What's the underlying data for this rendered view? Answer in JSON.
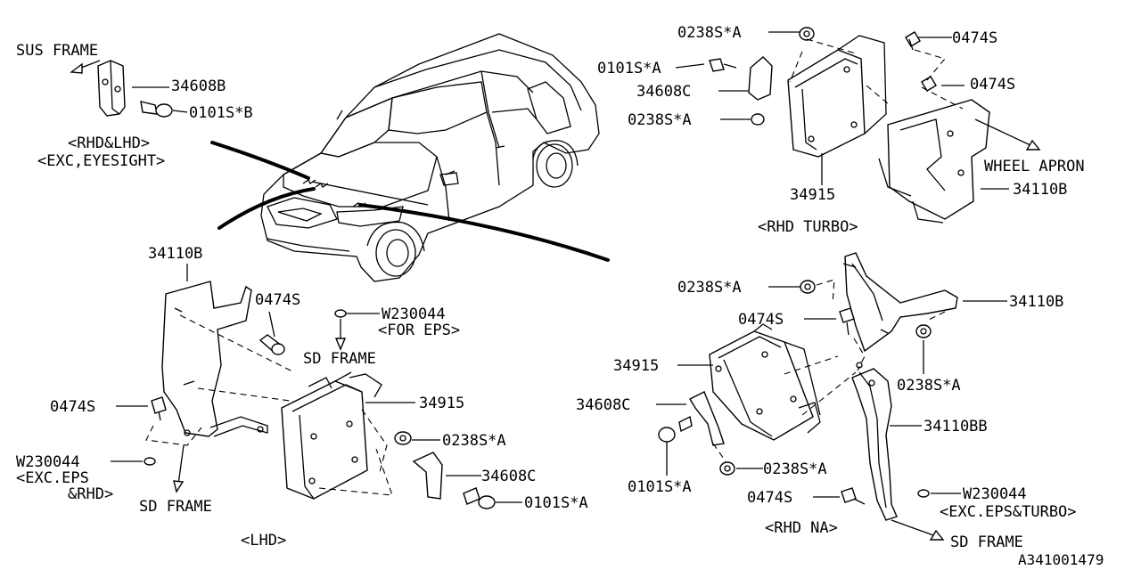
{
  "diagram_id": "A341001479",
  "views": {
    "top_left": {
      "frame_label": "SUS FRAME",
      "part_bracket": "34608B",
      "part_bolt": "0101S*B",
      "caption_line1": "<RHD&LHD>",
      "caption_line2": "<EXC,EYESIGHT>"
    },
    "rhd_turbo": {
      "caption": "<RHD TURBO>",
      "part_nut_top": "0238S*A",
      "part_bolt_top": "0474S",
      "part_bolt_left": "0101S*A",
      "part_bracket": "34608C",
      "part_nut_left": "0238S*A",
      "part_bolt_right": "0474S",
      "part_apron_label": "WHEEL APRON",
      "part_module": "34915",
      "part_support": "34110B"
    },
    "lhd": {
      "caption": "<LHD>",
      "part_support": "34110B",
      "part_bolt_top": "0474S",
      "part_clip": "W230044",
      "part_clip_note": "<FOR EPS>",
      "frame_label_mid": "SD FRAME",
      "part_bolt_left": "0474S",
      "part_module": "34915",
      "part_nut": "0238S*A",
      "part_clip_exc": "W230044",
      "part_clip_exc_note1": "<EXC.EPS",
      "part_clip_exc_note2": "&RHD>",
      "frame_label_bottom": "SD FRAME",
      "part_bracket": "34608C",
      "part_bolt_bottom": "0101S*A"
    },
    "rhd_na": {
      "caption": "<RHD NA>",
      "part_nut_top": "0238S*A",
      "part_support": "34110B",
      "part_bolt": "0474S",
      "part_module": "34915",
      "part_nut_right": "0238S*A",
      "part_bracket": "34608C",
      "part_support_bb": "34110BB",
      "part_nut_bottom": "0238S*A",
      "part_bolt_left": "0101S*A",
      "part_bolt_bottom": "0474S",
      "part_clip": "W230044",
      "part_clip_note": "<EXC.EPS&TURBO>",
      "frame_label": "SD FRAME"
    }
  }
}
